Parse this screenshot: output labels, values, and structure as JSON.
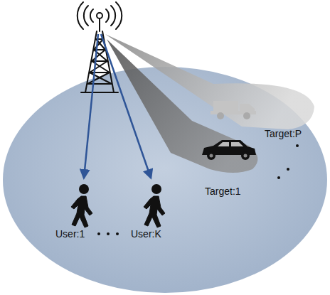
{
  "diagram": {
    "labels": [
      "Target:P",
      "Target:1",
      "User:1",
      "User:K"
    ]
  }
}
